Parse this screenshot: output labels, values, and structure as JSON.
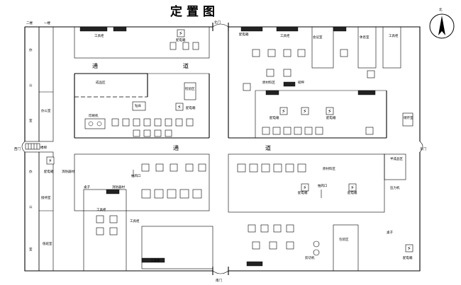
{
  "title": "定置图",
  "compass": {
    "label": "北"
  },
  "corridors": {
    "top_left": "通",
    "top_right": "道",
    "mid_left": "通",
    "mid_right": "道"
  },
  "labels": {
    "floor_two": "二楼",
    "floor_one": "一楼",
    "office_top": "办",
    "office_mid": "公",
    "office_bot": "室",
    "office_room": "办公室",
    "west_gate": "西门",
    "east_gate_mid": "东门",
    "north_gate": "北门",
    "south_gate": "南门",
    "finished_area": "成品区",
    "toolcab_top": "工具柜",
    "dist_box": "配电箱",
    "inspect_area": "检验区",
    "drill_table": "钻床",
    "printer": "印刷机",
    "stairs": "楼梯",
    "reception": "接待室",
    "duty_room": "值班室",
    "meeting_room": "会议室",
    "lounge": "休息室",
    "scale": "磅秤",
    "material_area": "原材料区",
    "pressure_machine": "压力机",
    "exhaust_fan": "抽风口",
    "storage_room": "储存室",
    "cut_machine": "剪切机",
    "semi_area": "半成品区",
    "fire_cab": "消防器材",
    "table": "桌子",
    "packing": "包装区"
  }
}
